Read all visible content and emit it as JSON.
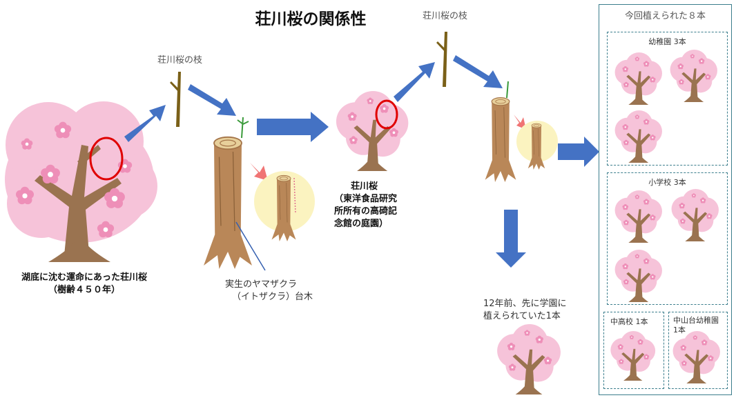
{
  "title": "荘川桜の関係性",
  "labels": {
    "branch_1": "荘川桜の枝",
    "branch_2": "荘川桜の枝",
    "origin_line1": "湖底に沈む運命にあった荘川桜",
    "origin_line2": "（樹齢４５０年）",
    "rootstock_line1": "実生のヤマザクラ",
    "rootstock_line2": "（イトザクラ）台木",
    "shokawa_line1": "荘川桜",
    "shokawa_line2": "（東洋食品研究",
    "shokawa_line3": "所所有の高碕記",
    "shokawa_line4": "念館の庭園）",
    "earlier_line1": "12年前、先に学園に",
    "earlier_line2": "植えられていた1本"
  },
  "planted": {
    "header": "今回植えられた８本",
    "kindergarten": "幼稚園 3本",
    "elementary": "小学校 3本",
    "middle_high": "中高校 1本",
    "nakayamadai_line1": "中山台幼稚園",
    "nakayamadai_line2": "1本"
  },
  "colors": {
    "blossom": "#f6c3d9",
    "blossom_dark": "#ee9fc2",
    "trunk": "#9a7350",
    "arrow_blue": "#4472c4",
    "arrow_red": "#f07474",
    "circle_red": "#e00000",
    "box_border": "#3a7d8c"
  }
}
